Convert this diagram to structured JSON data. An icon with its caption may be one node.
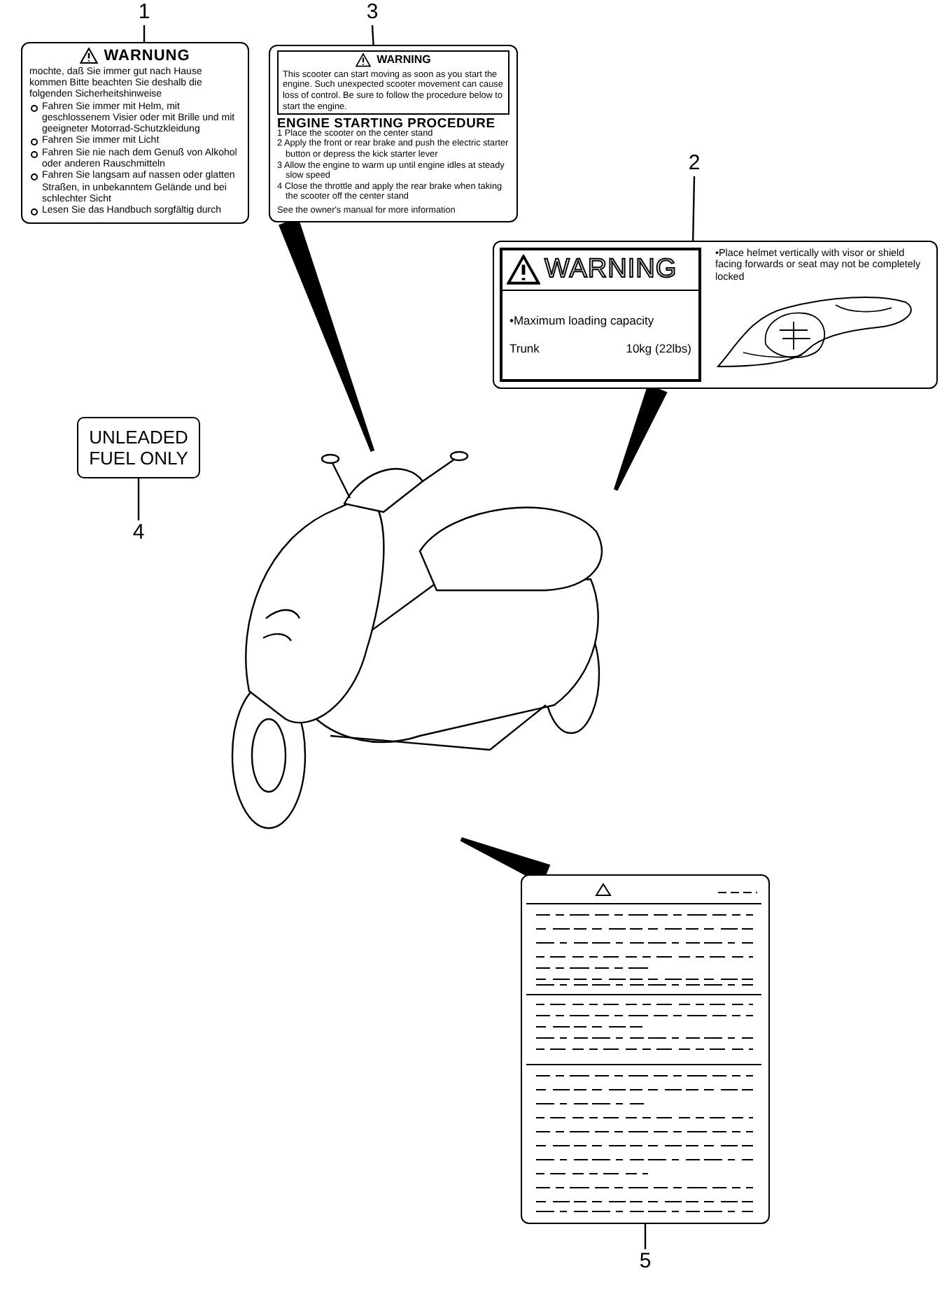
{
  "diagram": {
    "nodes": [
      {
        "text": [
          "1"
        ]
      },
      {
        "text": [
          "WARNUNG",
          "mochte, daß Sie immer gut nach Hause kommen Bitte beachten Sie deshalb die folgenden Sicherheitshinweise",
          "Fahren Sie immer mit Helm, mit geschlossenem Visier oder mit Brille und mit geeigneter Motorrad-Schutzkleidung",
          "Fahren Sie immer mit Licht",
          "Fahren Sie nie nach dem Genuß von Alkohol oder anderen Rauschmitteln",
          "Fahren Sie langsam auf nassen oder glatten Straßen, in unbekanntem Gelände und bei schlechter Sicht",
          "Lesen Sie das Handbuch sorgfältig durch"
        ]
      },
      {
        "text": [
          "3"
        ]
      },
      {
        "text": [
          "WARNING",
          "This scooter can start moving as soon as you start the engine. Such unexpected scooter movement can cause loss of control. Be sure to follow the procedure below to start the engine.",
          "ENGINE STARTING PROCEDURE",
          "1 Place the scooter on the center stand",
          "2 Apply the front or rear brake and push the electric starter button or depress the kick starter lever",
          "3 Allow the engine to warm up until engine idles at steady slow speed",
          "4 Close the throttle and apply the rear brake when taking the scooter off the center stand",
          "See the owner's manual for more information"
        ]
      },
      {
        "text": [
          "2"
        ]
      },
      {
        "text": [
          "WARNING",
          "•Maximum loading capacity",
          "Trunk",
          "10kg (22lbs)",
          "•Place helmet vertically with visor or shield facing forwards or seat may not be completely locked"
        ]
      },
      {
        "text": [
          "UNLEADED FUEL ONLY"
        ]
      },
      {
        "text": [
          "4"
        ]
      },
      {
        "text": [],
        "shape": "picture"
      },
      {
        "text": [],
        "shape": "picture"
      },
      {
        "text": [
          "5"
        ]
      }
    ],
    "edges": [
      {
        "from": 0,
        "to": 1,
        "arrow": "none"
      },
      {
        "from": 2,
        "to": 3,
        "arrow": "none"
      },
      {
        "from": 4,
        "to": 5,
        "arrow": "none"
      },
      {
        "from": 7,
        "to": 6,
        "arrow": "none"
      },
      {
        "from": 10,
        "to": 9,
        "arrow": "none"
      },
      {
        "from": 3,
        "to": 8,
        "arrow": "none",
        "style": "thick"
      },
      {
        "from": 5,
        "to": 8,
        "arrow": "none",
        "style": "thick"
      },
      {
        "from": 9,
        "to": 8,
        "arrow": "none",
        "style": "thick"
      }
    ]
  }
}
